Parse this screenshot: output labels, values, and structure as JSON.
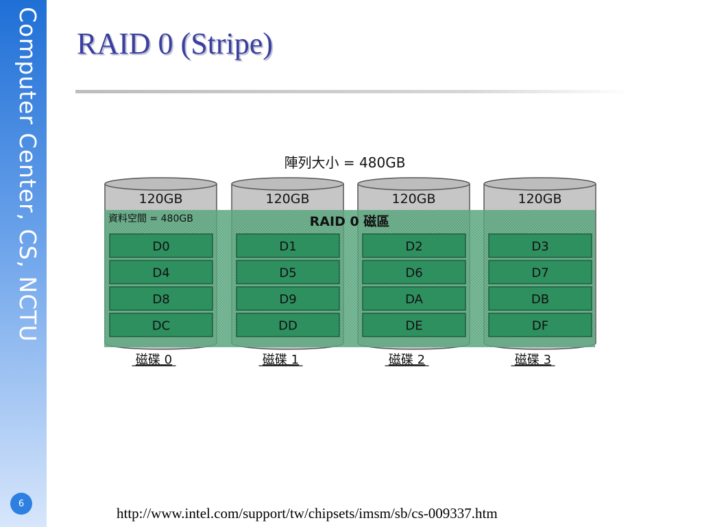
{
  "sidebar": {
    "label": "Computer Center, CS, NCTU"
  },
  "slide": {
    "title": "RAID 0 (Stripe)",
    "page_number": "6",
    "source_url": "http://www.intel.com/support/tw/chipsets/imsm/sb/cs-009337.htm"
  },
  "diagram": {
    "array_size_label": "陣列大小 = 480GB",
    "data_space_label": "資料空間 = 480GB",
    "volume_label": "RAID 0 磁區",
    "disks": [
      {
        "capacity": "120GB",
        "name": "磁碟 0",
        "blocks": [
          "D0",
          "D4",
          "D8",
          "DC"
        ]
      },
      {
        "capacity": "120GB",
        "name": "磁碟 1",
        "blocks": [
          "D1",
          "D5",
          "D9",
          "DD"
        ]
      },
      {
        "capacity": "120GB",
        "name": "磁碟 2",
        "blocks": [
          "D2",
          "D6",
          "DA",
          "DE"
        ]
      },
      {
        "capacity": "120GB",
        "name": "磁碟 3",
        "blocks": [
          "D3",
          "D7",
          "DB",
          "DF"
        ]
      }
    ],
    "colors": {
      "band": "#4e9a72",
      "block": "#2e8f5f",
      "block_border": "#1f5e3e",
      "disk_top": "#bdbdbd",
      "disk_body": "#c6c6c6",
      "disk_border": "#555555"
    }
  }
}
